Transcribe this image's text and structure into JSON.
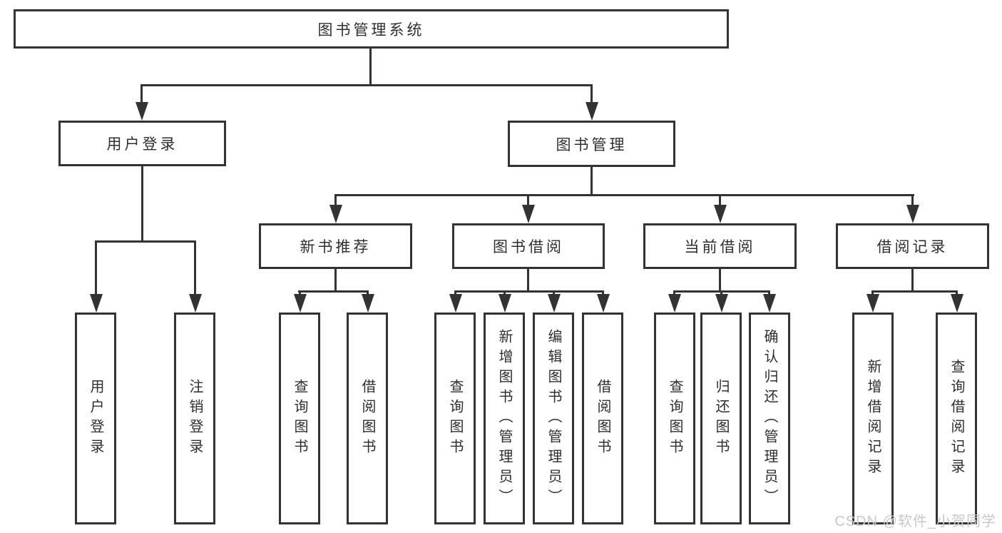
{
  "diagram": {
    "type": "hierarchy-tree",
    "title": "图书管理系统"
  },
  "tree": {
    "label": "图书管理系统",
    "children": [
      {
        "label": "用户登录",
        "children": [
          {
            "label": "用户登录"
          },
          {
            "label": "注销登录"
          }
        ]
      },
      {
        "label": "图书管理",
        "children": [
          {
            "label": "新书推荐",
            "children": [
              {
                "label": "查询图书"
              },
              {
                "label": "借阅图书"
              }
            ]
          },
          {
            "label": "图书借阅",
            "children": [
              {
                "label": "查询图书"
              },
              {
                "label": "新增图书（管理员）"
              },
              {
                "label": "编辑图书（管理员）"
              },
              {
                "label": "借阅图书"
              }
            ]
          },
          {
            "label": "当前借阅",
            "children": [
              {
                "label": "查询图书"
              },
              {
                "label": "归还图书"
              },
              {
                "label": "确认归还（管理员）"
              }
            ]
          },
          {
            "label": "借阅记录",
            "children": [
              {
                "label": "新增借阅记录"
              },
              {
                "label": "查询借阅记录"
              }
            ]
          }
        ]
      }
    ]
  },
  "watermark": {
    "text": "CSDN @软件_小贺同学"
  },
  "colors": {
    "line": "#333333",
    "text": "#2e2e2e",
    "box_background": "#ffffff",
    "page_background": "#ffffff",
    "watermark": "#c8c8c8"
  }
}
